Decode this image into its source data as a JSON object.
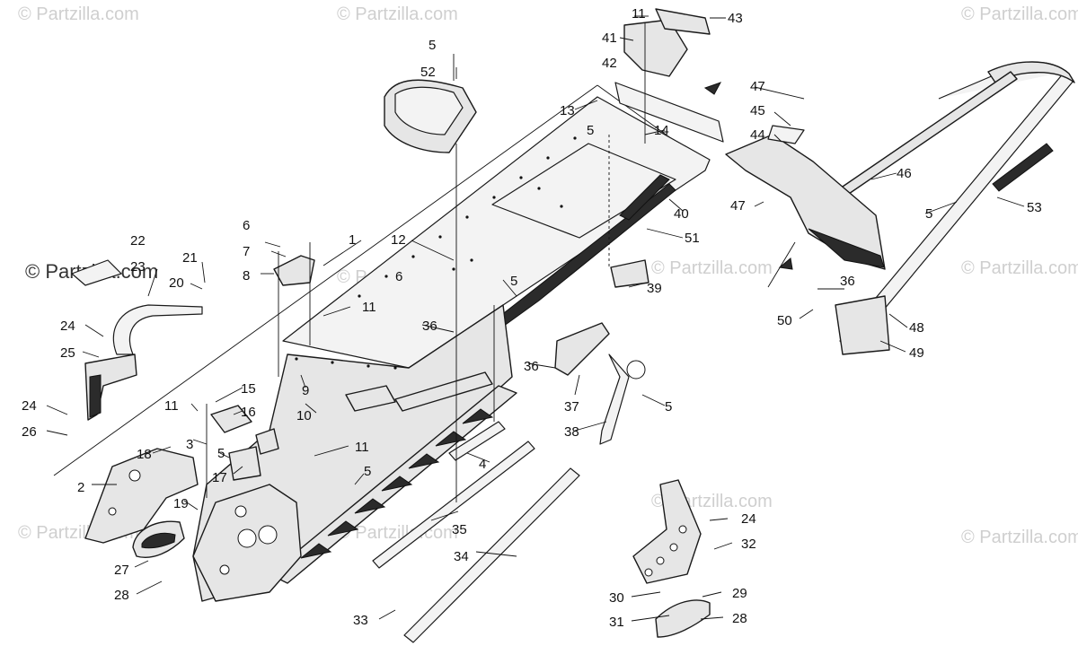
{
  "watermark": {
    "main": "© Partzilla.com",
    "faint": "© Partzilla.com"
  },
  "callouts": [
    {
      "id": "c1",
      "text": "1"
    },
    {
      "id": "c2",
      "text": "2"
    },
    {
      "id": "c3",
      "text": "3"
    },
    {
      "id": "c4",
      "text": "4"
    },
    {
      "id": "c5a",
      "text": "5"
    },
    {
      "id": "c5b",
      "text": "5"
    },
    {
      "id": "c5c",
      "text": "5"
    },
    {
      "id": "c5d",
      "text": "5"
    },
    {
      "id": "c5e",
      "text": "5"
    },
    {
      "id": "c5f",
      "text": "5"
    },
    {
      "id": "c5g",
      "text": "5"
    },
    {
      "id": "c6a",
      "text": "6"
    },
    {
      "id": "c6b",
      "text": "6"
    },
    {
      "id": "c7",
      "text": "7"
    },
    {
      "id": "c8",
      "text": "8"
    },
    {
      "id": "c9",
      "text": "9"
    },
    {
      "id": "c10",
      "text": "10"
    },
    {
      "id": "c11a",
      "text": "11"
    },
    {
      "id": "c11b",
      "text": "11"
    },
    {
      "id": "c11c",
      "text": "11"
    },
    {
      "id": "c11d",
      "text": "11"
    },
    {
      "id": "c12",
      "text": "12"
    },
    {
      "id": "c13",
      "text": "13"
    },
    {
      "id": "c14",
      "text": "14"
    },
    {
      "id": "c15",
      "text": "15"
    },
    {
      "id": "c16",
      "text": "16"
    },
    {
      "id": "c17",
      "text": "17"
    },
    {
      "id": "c18",
      "text": "18"
    },
    {
      "id": "c19",
      "text": "19"
    },
    {
      "id": "c20",
      "text": "20"
    },
    {
      "id": "c21",
      "text": "21"
    },
    {
      "id": "c22",
      "text": "22"
    },
    {
      "id": "c23",
      "text": "23"
    },
    {
      "id": "c24a",
      "text": "24"
    },
    {
      "id": "c24b",
      "text": "24"
    },
    {
      "id": "c24c",
      "text": "24"
    },
    {
      "id": "c25",
      "text": "25"
    },
    {
      "id": "c26",
      "text": "26"
    },
    {
      "id": "c27",
      "text": "27"
    },
    {
      "id": "c28a",
      "text": "28"
    },
    {
      "id": "c28b",
      "text": "28"
    },
    {
      "id": "c29",
      "text": "29"
    },
    {
      "id": "c30",
      "text": "30"
    },
    {
      "id": "c31",
      "text": "31"
    },
    {
      "id": "c32",
      "text": "32"
    },
    {
      "id": "c33",
      "text": "33"
    },
    {
      "id": "c34",
      "text": "34"
    },
    {
      "id": "c35",
      "text": "35"
    },
    {
      "id": "c36a",
      "text": "36"
    },
    {
      "id": "c36b",
      "text": "36"
    },
    {
      "id": "c36c",
      "text": "36"
    },
    {
      "id": "c37",
      "text": "37"
    },
    {
      "id": "c38",
      "text": "38"
    },
    {
      "id": "c39",
      "text": "39"
    },
    {
      "id": "c40",
      "text": "40"
    },
    {
      "id": "c41",
      "text": "41"
    },
    {
      "id": "c42",
      "text": "42"
    },
    {
      "id": "c43",
      "text": "43"
    },
    {
      "id": "c44",
      "text": "44"
    },
    {
      "id": "c45",
      "text": "45"
    },
    {
      "id": "c46",
      "text": "46"
    },
    {
      "id": "c47a",
      "text": "47"
    },
    {
      "id": "c47b",
      "text": "47"
    },
    {
      "id": "c48",
      "text": "48"
    },
    {
      "id": "c49",
      "text": "49"
    },
    {
      "id": "c50",
      "text": "50"
    },
    {
      "id": "c51",
      "text": "51"
    },
    {
      "id": "c52",
      "text": "52"
    },
    {
      "id": "c53",
      "text": "53"
    }
  ]
}
